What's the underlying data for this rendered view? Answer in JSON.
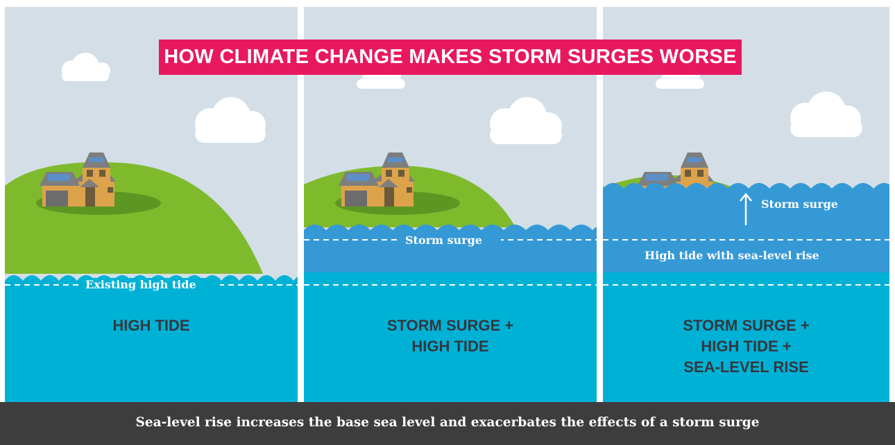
{
  "title": "HOW CLIMATE CHANGE MAKES STORM SURGES WORSE",
  "footer": "Sea-level rise increases the base sea level and exacerbates the effects of a storm surge",
  "colors": {
    "sky": "#d3dee7",
    "hill": "#7fba2d",
    "high_tide_water": "#00b1d6",
    "surge_water": "#3599d6",
    "title_bg": "#e8185f",
    "footer_bg": "#3d3d3d",
    "caption_text": "#33383e"
  },
  "panels": [
    {
      "id": "high-tide",
      "caption_lines": [
        "HIGH TIDE"
      ],
      "labels": {
        "existing_high_tide": "Existing high tide"
      }
    },
    {
      "id": "surge-high-tide",
      "caption_lines": [
        "STORM SURGE +",
        "HIGH TIDE"
      ],
      "labels": {
        "storm_surge": "Storm surge"
      }
    },
    {
      "id": "surge-tide-slr",
      "caption_lines": [
        "STORM SURGE +",
        "HIGH TIDE +",
        "SEA-LEVEL RISE"
      ],
      "labels": {
        "storm_surge": "Storm surge",
        "sea_level_rise": "High tide with sea-level rise"
      }
    }
  ],
  "icons": [
    "cloud-icon",
    "house-icon",
    "up-arrow-icon",
    "wave-icon"
  ]
}
